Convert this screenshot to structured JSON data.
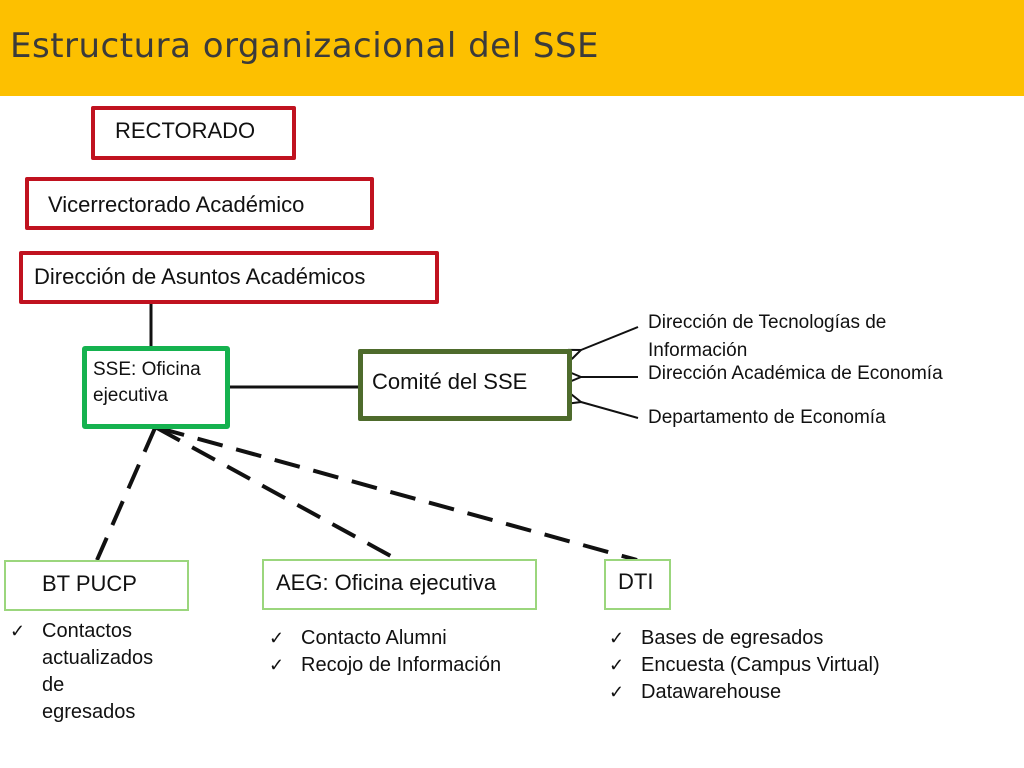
{
  "header": {
    "title": "Estructura organizacional del SSE",
    "background": "#fdc000"
  },
  "colors": {
    "red": "#c0121f",
    "bright_green": "#15b24f",
    "dark_green": "#4e6b2c",
    "light_green": "#9bd67d"
  },
  "boxes": {
    "rectorado": "RECTORADO",
    "vicerrectorado": "Vicerrectorado Académico",
    "direccion": "Dirección de Asuntos Académicos",
    "sse_line1": "SSE: Oficina",
    "sse_line2": "ejecutiva",
    "comite": "Comité del SSE",
    "bt_pucp": "BT PUCP",
    "aeg": "AEG: Oficina ejecutiva",
    "dti": "DTI"
  },
  "external": {
    "dti_line1": "Dirección de Tecnologías de",
    "dti_line2": "Información",
    "economia_direccion": "Dirección Académica de Economía",
    "economia_departamento": "Departamento de Economía"
  },
  "bt_pucp_items": [
    "Contactos",
    "actualizados",
    "de",
    "egresados"
  ],
  "aeg_items": [
    "Contacto Alumni",
    "Recojo de Información"
  ],
  "dti_items": [
    "Bases de egresados",
    "Encuesta (Campus Virtual)",
    "Datawarehouse"
  ]
}
